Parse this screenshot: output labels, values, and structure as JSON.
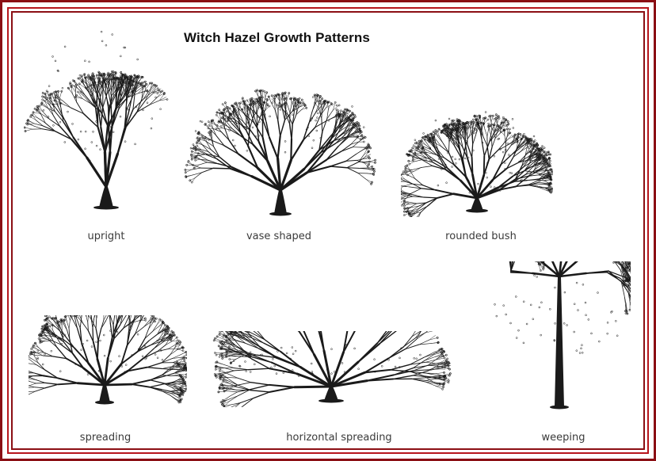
{
  "title": "Witch Hazel Growth Patterns",
  "colors": {
    "frame": "#8b0f14",
    "ink": "#1a1a1a",
    "caption": "#3a3a3a"
  },
  "patterns": [
    {
      "label": "upright"
    },
    {
      "label": "vase shaped"
    },
    {
      "label": "rounded bush"
    },
    {
      "label": "spreading"
    },
    {
      "label": "horizontal spreading"
    },
    {
      "label": "weeping"
    }
  ]
}
